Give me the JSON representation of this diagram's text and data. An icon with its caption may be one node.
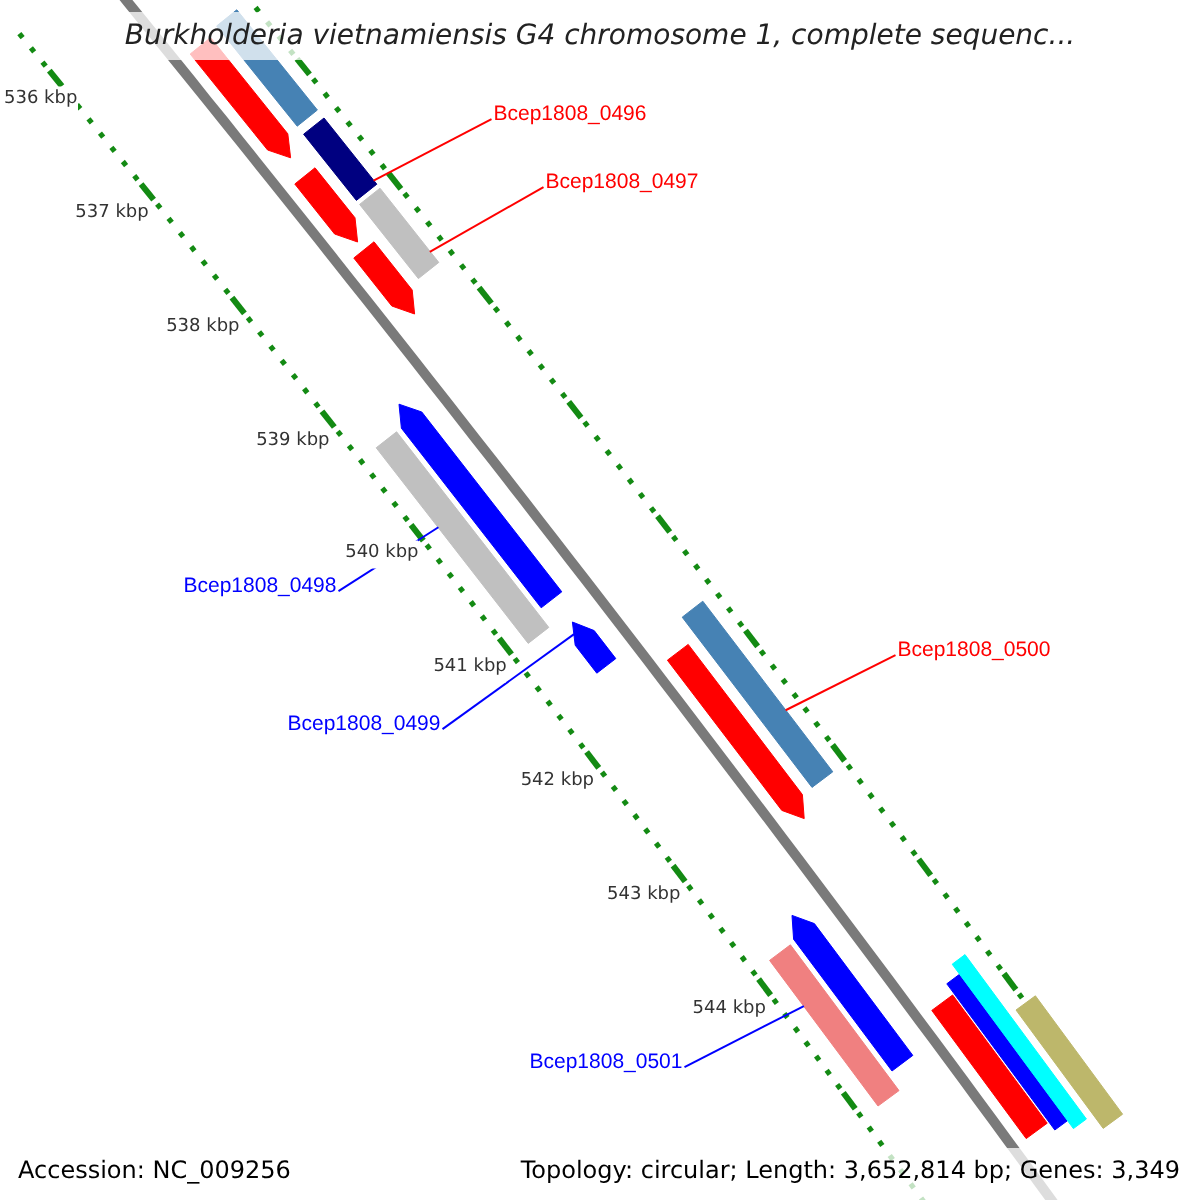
{
  "diagram": {
    "title": "Burkholderia vietnamiensis G4 chromosome 1, complete sequenc...",
    "nodes": [
      {
        "text": [
          "Bcep1808_0496"
        ]
      },
      {
        "text": [
          "Bcep1808_0497"
        ]
      },
      {
        "text": [
          "Bcep1808_0498"
        ]
      },
      {
        "text": [
          "Bcep1808_0499"
        ]
      },
      {
        "text": [
          "Bcep1808_0500"
        ]
      },
      {
        "text": [
          "Bcep1808_0501"
        ]
      },
      {
        "text": [],
        "shape": "bar"
      },
      {
        "text": [],
        "shape": "bar"
      },
      {
        "text": [],
        "shape": "bar"
      },
      {
        "text": [],
        "shape": "bar"
      },
      {
        "text": [],
        "shape": "bar"
      },
      {
        "text": [],
        "shape": "bar"
      },
      {
        "text": [],
        "shape": "bar"
      },
      {
        "text": [],
        "shape": "bar"
      },
      {
        "text": [],
        "shape": "bar"
      },
      {
        "text": [],
        "shape": "bar"
      },
      {
        "text": [],
        "shape": "bar"
      },
      {
        "text": [],
        "shape": "bar"
      },
      {
        "text": [],
        "shape": "bar"
      },
      {
        "text": [],
        "shape": "bar"
      },
      {
        "text": [],
        "shape": "bar"
      },
      {
        "text": [],
        "shape": "bar"
      },
      {
        "text": [],
        "shape": "bar"
      }
    ],
    "edges": [
      {
        "from": 0,
        "to": 6,
        "arrow": "none",
        "color": "#ff0000"
      },
      {
        "from": 1,
        "to": 7,
        "arrow": "none",
        "color": "#ff0000"
      },
      {
        "from": 2,
        "to": 8,
        "arrow": "none",
        "color": "#0000ff"
      },
      {
        "from": 3,
        "to": 9,
        "arrow": "none",
        "color": "#0000ff"
      },
      {
        "from": 4,
        "to": 10,
        "arrow": "none",
        "color": "#ff0000"
      },
      {
        "from": 5,
        "to": 11,
        "arrow": "none",
        "color": "#0000ff"
      }
    ],
    "labels": [
      "536 kbp",
      "537 kbp",
      "538 kbp",
      "539 kbp",
      "540 kbp",
      "541 kbp",
      "542 kbp",
      "543 kbp",
      "544 kbp",
      "Accession: NC_009256",
      "Topology: circular; Length: 3,652,814 bp; Genes: 3,349"
    ]
  }
}
